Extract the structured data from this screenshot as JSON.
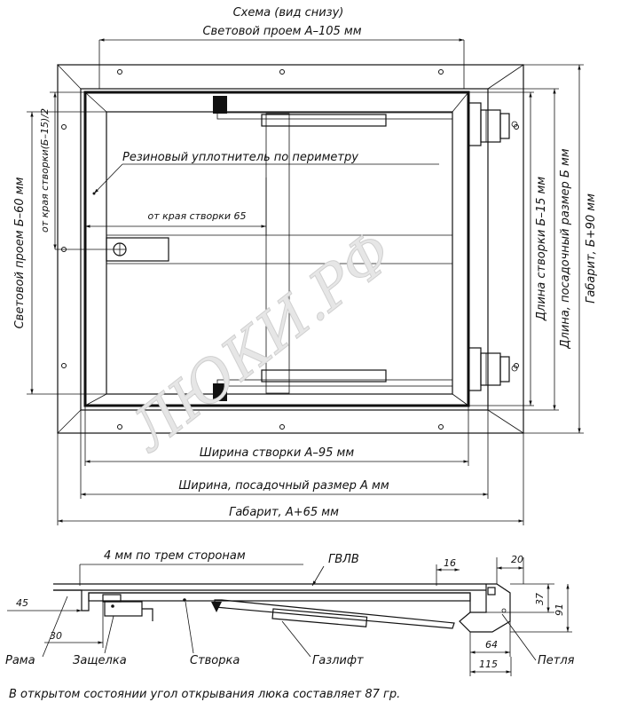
{
  "top_view": {
    "title": "Схема (вид снизу)",
    "light_opening_a": "Световой проем А–105 мм",
    "rubber_seal": "Резиновый уплотнитель по периметру",
    "from_sash_edge": "от края створки 65",
    "light_opening_b": "Световой проем Б–60 мм",
    "from_sash_edge_b": "от края створки(Б–15)/2",
    "sash_length": "Длина створки Б–15 мм",
    "length_seat": "Длина, посадочный размер Б мм",
    "gabarit_b": "Габарит, Б+90 мм",
    "sash_width": "Ширина створки А–95 мм",
    "width_seat": "Ширина, посадочный размер А мм",
    "gabarit_a": "Габарит, А+65 мм",
    "watermark": "ЛЮКИ.РФ"
  },
  "section_view": {
    "three_sides": "4 мм по трем сторонам",
    "gvlv": "ГВЛВ",
    "dim_16": "16",
    "dim_20": "20",
    "dim_37": "37",
    "dim_91": "91",
    "dim_45": "45",
    "dim_30": "30",
    "dim_64": "64",
    "dim_115": "115",
    "frame": "Рама",
    "latch": "Защелка",
    "sash": "Створка",
    "gaslift": "Газлифт",
    "hinge": "Петля"
  },
  "footer": {
    "note": "В открытом состоянии угол открывания люка составляет 87 гр."
  }
}
